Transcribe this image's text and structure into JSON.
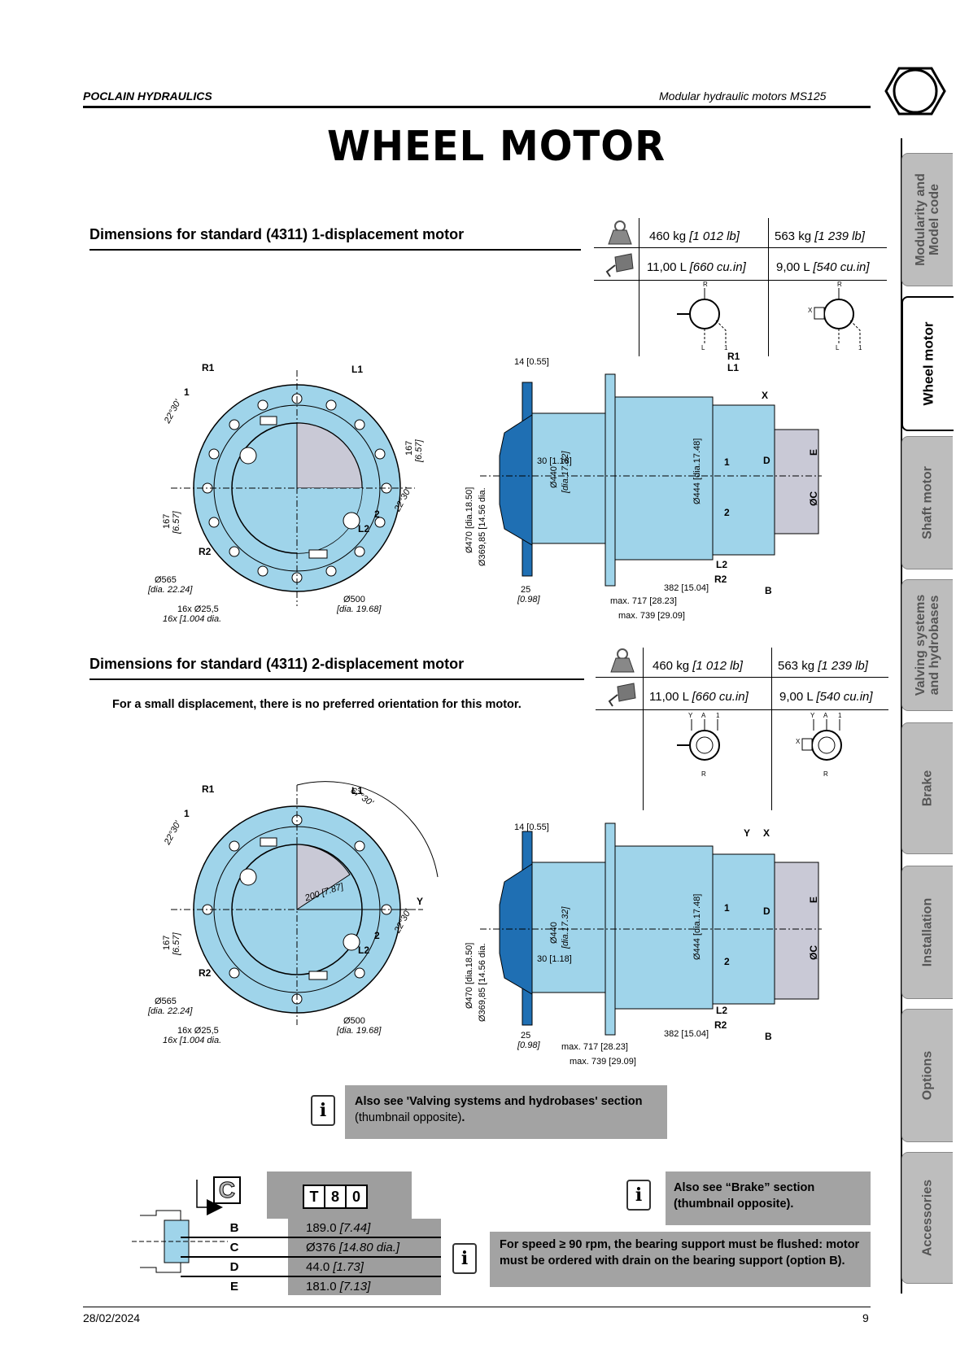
{
  "header": {
    "brand": "POCLAIN HYDRAULICS",
    "doc_title": "Modular hydraulic motors MS125"
  },
  "page_title": "WHEEL MOTOR",
  "section1": {
    "title": "Dimensions for standard (4311) 1-displacement motor",
    "weight_a": "460 kg",
    "weight_a_imp": "[1 012 lb]",
    "weight_b": "563 kg",
    "weight_b_imp": "[1 239 lb]",
    "oil_a": "11,00 L",
    "oil_a_imp": "[660 cu.in]",
    "oil_b": "9,00 L",
    "oil_b_imp": "[540 cu.in]",
    "labels": {
      "r1": "R1",
      "l1": "L1",
      "one": "1",
      "two": "2",
      "l2": "L2",
      "r2": "R2",
      "x": "X",
      "d": "D",
      "e": "E",
      "oc": "ØC",
      "b": "B",
      "angle": "22°30'",
      "angle2": "22°30'",
      "d167": "167",
      "d167i": "[6.57]",
      "d167b": "167",
      "d167bi": "[6.57]",
      "d565": "Ø565",
      "d565i": "[dia. 22.24]",
      "d500": "Ø500",
      "d500i": "[dia. 19.68]",
      "holes": "16x Ø25,5",
      "holes_i": "16x [1.004 dia.",
      "d14": "14 [0.55]",
      "d25": "25",
      "d25i": "[0.98]",
      "d30": "30 [1.18]",
      "d382": "382 [15.04]",
      "d717": "max. 717 [28.23]",
      "d739": "max. 739 [29.09]",
      "d440": "Ø440",
      "d440i": "[dia.17.32]",
      "d444": "Ø444 [dia.17.48]",
      "d470": "Ø470 [dia.18.50]",
      "d369": "Ø369,85 [14.56 dia.",
      "port_r": "R",
      "port_l": "L",
      "port_1": "1",
      "port_x": "X"
    }
  },
  "section2": {
    "title": "Dimensions for standard (4311) 2-displacement motor",
    "note": "For a small displacement, there is no preferred orientation for this motor.",
    "weight_a": "460 kg",
    "weight_a_imp": "[1 012 lb]",
    "weight_b": "563 kg",
    "weight_b_imp": "[1 239 lb]",
    "oil_a": "11,00 L",
    "oil_a_imp": "[660 cu.in]",
    "oil_b": "9,00 L",
    "oil_b_imp": "[540 cu.in]",
    "labels": {
      "angle67": "67°30'",
      "d200": "200 [7.87]",
      "y": "Y",
      "port_y": "Y",
      "port_a": "A",
      "port_1": "1",
      "port_r": "R",
      "port_x": "X"
    }
  },
  "info_valving": {
    "bold": "Also see 'Valving systems and hydrobases' section",
    "normal": "(thumbnail opposite)",
    "end": "."
  },
  "code_table": {
    "code_letter": "C",
    "code_cells": [
      "T",
      "8",
      "0"
    ],
    "rows": [
      {
        "key": "B",
        "val": "189.0",
        "imp": "[7.44]"
      },
      {
        "key": "C",
        "val": "Ø376",
        "imp": "[14.80 dia.]"
      },
      {
        "key": "D",
        "val": "44.0",
        "imp": "[1.73]"
      },
      {
        "key": "E",
        "val": "181.0",
        "imp": "[7.13]"
      }
    ]
  },
  "info_brake": "Also see “Brake” section (thumbnail opposite).",
  "info_speed": "For speed ≥ 90 rpm, the bearing support must be flushed: motor must be ordered with drain on the bearing support (option B).",
  "info_glyph": "i",
  "tabs": [
    {
      "label": "Modularity and Model code",
      "active": false
    },
    {
      "label": "Wheel motor",
      "active": true
    },
    {
      "label": "Shaft motor",
      "active": false
    },
    {
      "label": "Valving systems and hydrobases",
      "active": false
    },
    {
      "label": "Brake",
      "active": false
    },
    {
      "label": "Installation",
      "active": false
    },
    {
      "label": "Options",
      "active": false
    },
    {
      "label": "Accessories",
      "active": false
    }
  ],
  "footer": {
    "date": "28/02/2024",
    "page": "9"
  },
  "colors": {
    "motor_blue": "#9fd4ea",
    "dark_blue": "#1f6fb3",
    "grey": "#a3a3a3"
  }
}
